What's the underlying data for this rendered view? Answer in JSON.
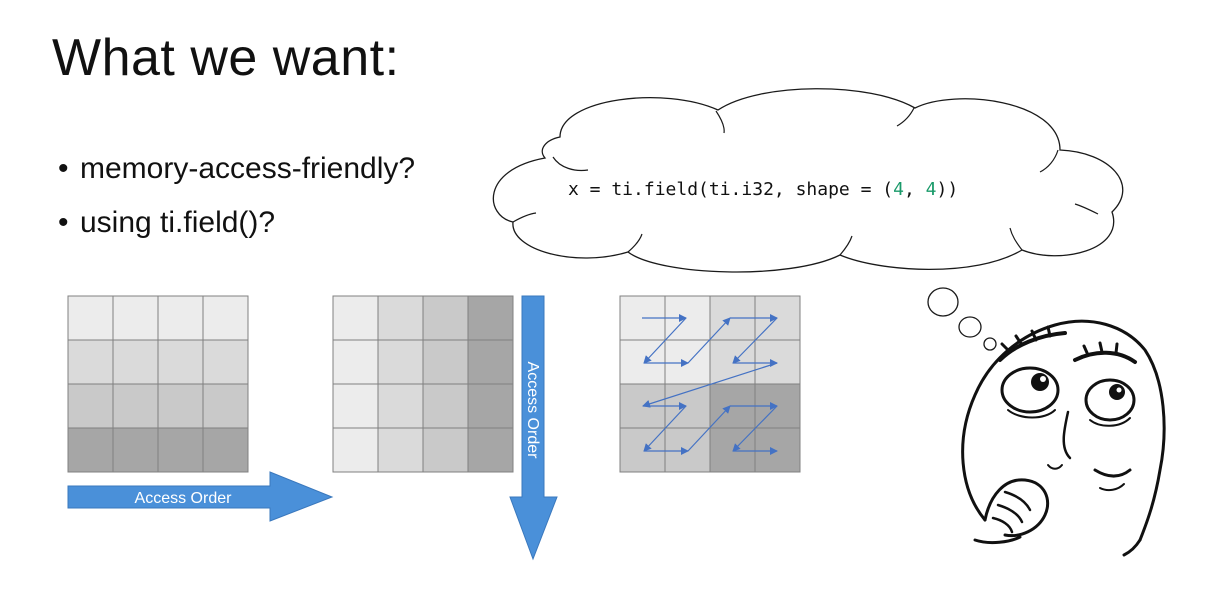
{
  "title": "What we want:",
  "bullets": [
    "memory-access-friendly?",
    "using ti.field()?"
  ],
  "code": {
    "prefix": "x = ti.field(ti.i32, shape = (",
    "num1": "4",
    "comma": ", ",
    "num2": "4",
    "suffix": "))"
  },
  "arrows": {
    "horizontal_label": "Access Order",
    "vertical_label": "Access Order"
  },
  "colors": {
    "arrow_fill": "#4a90d9",
    "zigzag": "#4472c4",
    "code_number": "#1a9a6a",
    "grid_line": "#808080"
  },
  "grids": {
    "row_order_shades": [
      [
        "#ececec",
        "#ececec",
        "#ececec",
        "#ececec"
      ],
      [
        "#dadada",
        "#dadada",
        "#dadada",
        "#dadada"
      ],
      [
        "#c9c9c9",
        "#c9c9c9",
        "#c9c9c9",
        "#c9c9c9"
      ],
      [
        "#a6a6a6",
        "#a6a6a6",
        "#a6a6a6",
        "#a6a6a6"
      ]
    ],
    "col_order_shades": [
      [
        "#ececec",
        "#dadada",
        "#c9c9c9",
        "#a6a6a6"
      ],
      [
        "#ececec",
        "#dadada",
        "#c9c9c9",
        "#a6a6a6"
      ],
      [
        "#ececec",
        "#dadada",
        "#c9c9c9",
        "#a6a6a6"
      ],
      [
        "#ececec",
        "#dadada",
        "#c9c9c9",
        "#a6a6a6"
      ]
    ],
    "block_order_shades": [
      [
        "#ececec",
        "#ececec",
        "#dadada",
        "#dadada"
      ],
      [
        "#ececec",
        "#ececec",
        "#dadada",
        "#dadada"
      ],
      [
        "#c9c9c9",
        "#c9c9c9",
        "#a6a6a6",
        "#a6a6a6"
      ],
      [
        "#c9c9c9",
        "#c9c9c9",
        "#a6a6a6",
        "#a6a6a6"
      ]
    ]
  }
}
